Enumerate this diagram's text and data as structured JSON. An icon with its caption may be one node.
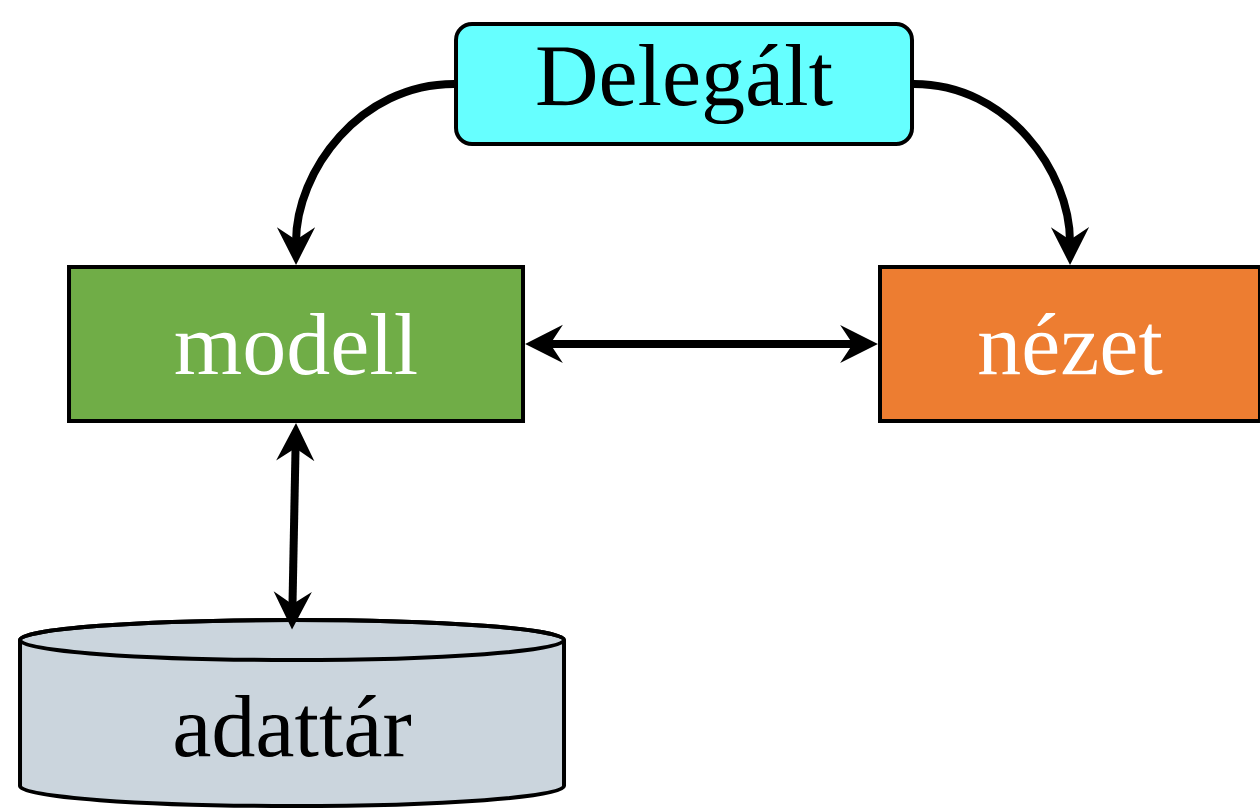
{
  "diagram": {
    "nodes": [
      {
        "text": [
          "Delegált"
        ]
      },
      {
        "text": [
          "modell"
        ]
      },
      {
        "text": [
          "nézet"
        ]
      },
      {
        "text": [
          "adattár"
        ]
      }
    ],
    "edges": [
      {
        "from": 0,
        "to": 1,
        "arrow": "to"
      },
      {
        "from": 0,
        "to": 2,
        "arrow": "to"
      },
      {
        "from": 1,
        "to": 2,
        "arrow": "both"
      },
      {
        "from": 1,
        "to": 3,
        "arrow": "both"
      }
    ]
  }
}
